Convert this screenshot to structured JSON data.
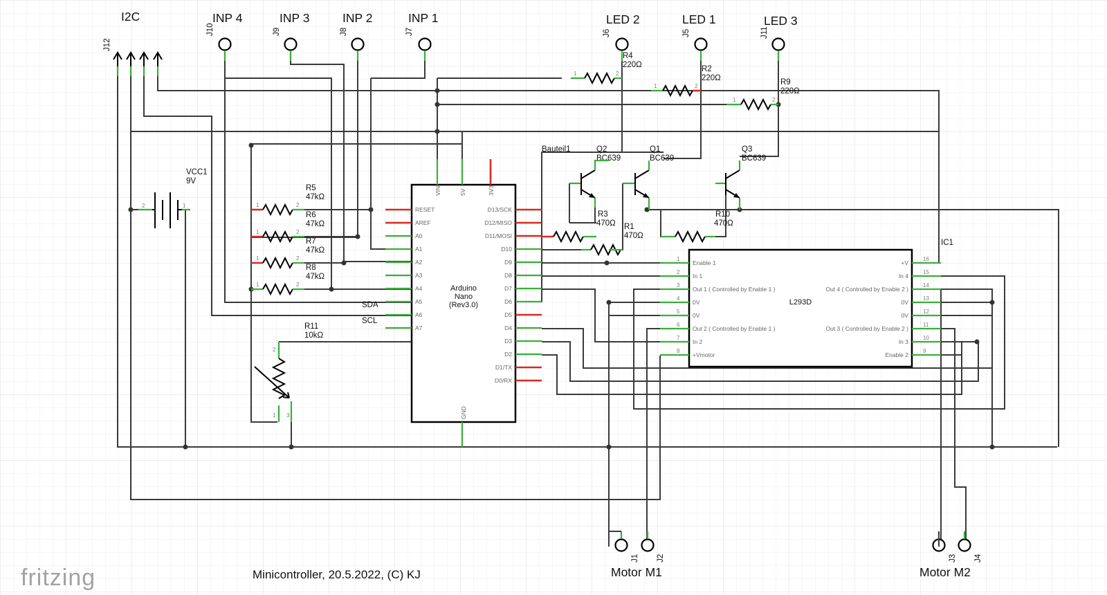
{
  "title": "Minicontroller, 20.5.2022, (C) KJ",
  "logo": "fritzing",
  "colors": {
    "wire": "#3a3a3a",
    "pin_ok": "#3aae3a",
    "pin_open": "#d82a22",
    "grid": "#e2e2e2"
  },
  "connectors": {
    "i2c": {
      "ref": "J12",
      "name": "I2C"
    },
    "inp4": {
      "ref": "J10",
      "name": "INP 4"
    },
    "inp3": {
      "ref": "J9",
      "name": "INP 3"
    },
    "inp2": {
      "ref": "J8",
      "name": "INP 2"
    },
    "inp1": {
      "ref": "J7",
      "name": "INP 1"
    },
    "led2": {
      "ref": "J6",
      "name": "LED 2"
    },
    "led1": {
      "ref": "J5",
      "name": "LED 1"
    },
    "led3": {
      "ref": "J11",
      "name": "LED 3"
    },
    "m1a": {
      "ref": "J1"
    },
    "m1b": {
      "ref": "J2"
    },
    "m2a": {
      "ref": "J3"
    },
    "m2b": {
      "ref": "J4"
    },
    "motor_m1": "Motor M1",
    "motor_m2": "Motor M2"
  },
  "resistors": {
    "r4": {
      "ref": "R4",
      "value": "220Ω"
    },
    "r2": {
      "ref": "R2",
      "value": "220Ω"
    },
    "r9": {
      "ref": "R9",
      "value": "220Ω"
    },
    "r5": {
      "ref": "R5",
      "value": "47kΩ"
    },
    "r6": {
      "ref": "R6",
      "value": "47kΩ"
    },
    "r7": {
      "ref": "R7",
      "value": "47kΩ"
    },
    "r8": {
      "ref": "R8",
      "value": "47kΩ"
    },
    "r11": {
      "ref": "R11",
      "value": "10kΩ"
    },
    "r3": {
      "ref": "R3",
      "value": "470Ω"
    },
    "r1": {
      "ref": "R1",
      "value": "470Ω"
    },
    "r10": {
      "ref": "R10",
      "value": "470Ω"
    }
  },
  "transistors": {
    "q2": {
      "ref": "Q2",
      "type": "BC639"
    },
    "q1": {
      "ref": "Q1",
      "type": "BC639"
    },
    "q3": {
      "ref": "Q3",
      "type": "BC639"
    },
    "bauteil": "Bauteil1"
  },
  "battery": {
    "ref": "VCC1",
    "value": "9V"
  },
  "bus_labels": {
    "sda": "SDA",
    "scl": "SCL"
  },
  "arduino": {
    "name_line1": "Arduino",
    "name_line2": "Nano",
    "name_line3": "(Rev3.0)",
    "top_pins": [
      "VIN",
      "5V",
      "3V3"
    ],
    "bottom_pin": "GND",
    "left_pins": [
      "RESET",
      "AREF",
      "A0",
      "A1",
      "A2",
      "A3",
      "A4",
      "A5",
      "A6",
      "A7"
    ],
    "right_pins": [
      "D13/SCK",
      "D12/MISO",
      "D11/MOSI",
      "D10",
      "D9",
      "D8",
      "D7",
      "D6",
      "D5",
      "D4",
      "D3",
      "D2",
      "D1/TX",
      "D0/RX"
    ]
  },
  "ic1": {
    "ref": "IC1",
    "name": "L293D",
    "left_pins": [
      {
        "num": "1",
        "label": "Enable 1"
      },
      {
        "num": "2",
        "label": "In 1"
      },
      {
        "num": "3",
        "label": "Out 1 ( Controlled by Enable 1 )"
      },
      {
        "num": "4",
        "label": "0V"
      },
      {
        "num": "5",
        "label": "0V"
      },
      {
        "num": "6",
        "label": "Out 2 ( Controlled by Enable 1 )"
      },
      {
        "num": "7",
        "label": "In 2"
      },
      {
        "num": "8",
        "label": "+Vmotor"
      }
    ],
    "right_pins": [
      {
        "num": "16",
        "label": "+V"
      },
      {
        "num": "15",
        "label": "In 4"
      },
      {
        "num": "14",
        "label": "Out 4 ( Controlled by Enable 2 )"
      },
      {
        "num": "13",
        "label": "0V"
      },
      {
        "num": "12",
        "label": "0V"
      },
      {
        "num": "11",
        "label": "Out 3 ( Controlled by Enable 2 )"
      },
      {
        "num": "10",
        "label": "In 3"
      },
      {
        "num": "9",
        "label": "Enable 2"
      }
    ]
  }
}
